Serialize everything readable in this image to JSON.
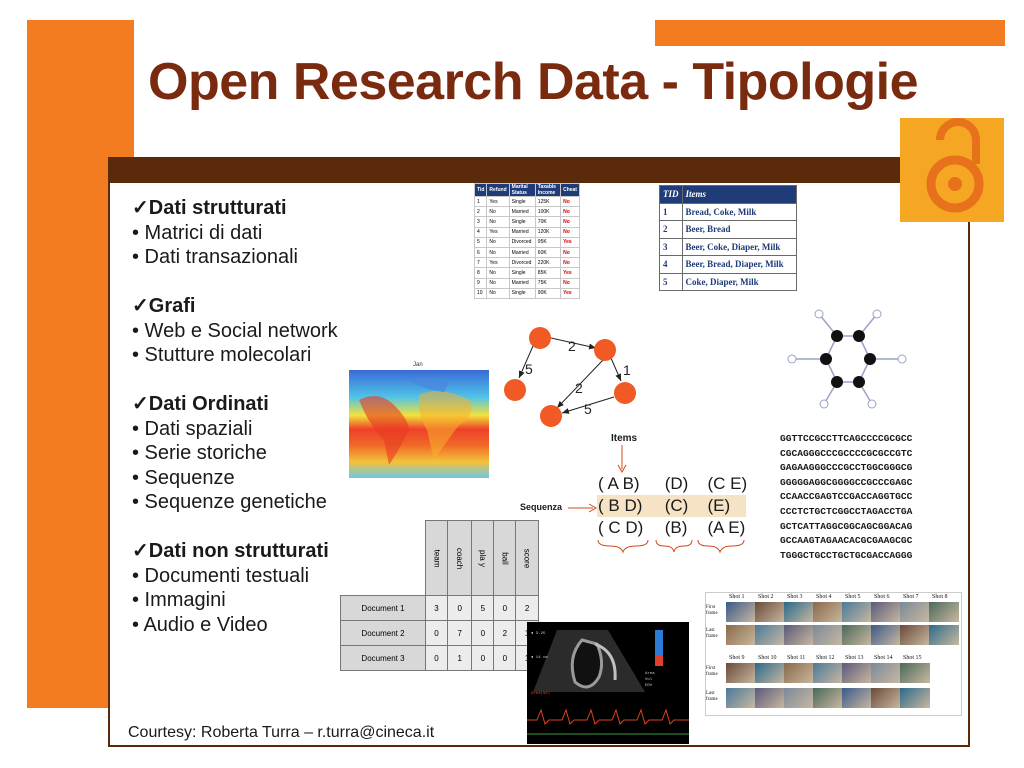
{
  "slide": {
    "title": "Open Research Data - Tipologie",
    "courtesy": "Courtesy: Roberta Turra – r.turra@cineca.it"
  },
  "bullets": [
    {
      "head": "✓Dati strutturati",
      "items": [
        "• Matrici di dati",
        "• Dati transazionali"
      ]
    },
    {
      "head": "✓Grafi",
      "items": [
        "• Web e Social network",
        "• Stutture molecolari"
      ]
    },
    {
      "head": "✓Dati Ordinati",
      "items": [
        "• Dati spaziali",
        "• Serie storiche",
        "• Sequenze",
        "• Sequenze genetiche"
      ]
    },
    {
      "head": "✓Dati non strutturati",
      "items": [
        "• Documenti testuali",
        "• Immagini",
        "• Audio e Video"
      ]
    }
  ],
  "transaction_table": {
    "headers": [
      "Tid",
      "Refund",
      "Marital Status",
      "Taxable Income",
      "Cheat"
    ],
    "rows": [
      [
        "1",
        "Yes",
        "Single",
        "125K",
        "No"
      ],
      [
        "2",
        "No",
        "Married",
        "100K",
        "No"
      ],
      [
        "3",
        "No",
        "Single",
        "70K",
        "No"
      ],
      [
        "4",
        "Yes",
        "Married",
        "120K",
        "No"
      ],
      [
        "5",
        "No",
        "Divorced",
        "95K",
        "Yes"
      ],
      [
        "6",
        "No",
        "Married",
        "60K",
        "No"
      ],
      [
        "7",
        "Yes",
        "Divorced",
        "220K",
        "No"
      ],
      [
        "8",
        "No",
        "Single",
        "85K",
        "Yes"
      ],
      [
        "9",
        "No",
        "Married",
        "75K",
        "No"
      ],
      [
        "10",
        "No",
        "Single",
        "90K",
        "Yes"
      ]
    ]
  },
  "items_table": {
    "headers": [
      "TID",
      "Items"
    ],
    "rows": [
      [
        "1",
        "Bread, Coke, Milk"
      ],
      [
        "2",
        "Beer, Bread"
      ],
      [
        "3",
        "Beer, Coke, Diaper, Milk"
      ],
      [
        "4",
        "Beer, Bread, Diaper, Milk"
      ],
      [
        "5",
        "Coke, Diaper, Milk"
      ]
    ]
  },
  "graph": {
    "edge_labels": [
      "2",
      "5",
      "1",
      "2",
      "5"
    ]
  },
  "map": {
    "label": "Jan"
  },
  "sequence": {
    "items_label": "Items",
    "seq_label": "Sequenza",
    "rows": [
      [
        "( A B)",
        "(D)",
        "(C E)"
      ],
      [
        "( B D)",
        "(C)",
        "(E)"
      ],
      [
        "( C D)",
        "(B)",
        "(A E)"
      ]
    ]
  },
  "dna": [
    "GGTTCCGCCTTCAGCCCCGCGCC",
    "CGCAGGGCCCGCCCCGCGCCGTC",
    "GAGAAGGGCCCGCCTGGCGGGCG",
    "GGGGGAGGCGGGGCCGCCCGAGC",
    "CCAACCGAGTCCGACCAGGTGCC",
    "CCCTCTGCTCGGCCTAGACCTGA",
    "GCTCATTAGGCGGCAGCGGACAG",
    "GCCAAGTAGAACACGCGAAGCGC",
    "TGGGCTGCCTGCTGCGACCAGGG"
  ],
  "doc_table": {
    "columns": [
      "team",
      "coach",
      "pla y",
      "ball",
      "score"
    ],
    "rows": [
      {
        "name": "Document 1",
        "values": [
          "3",
          "0",
          "5",
          "0",
          "2"
        ]
      },
      {
        "name": "Document 2",
        "values": [
          "0",
          "7",
          "0",
          "2",
          "1"
        ]
      },
      {
        "name": "Document 3",
        "values": [
          "0",
          "1",
          "0",
          "0",
          "1"
        ]
      }
    ]
  },
  "shots": {
    "top_labels": [
      "Shot 1",
      "Shot 2",
      "Shot 3",
      "Shot 4",
      "Shot 5",
      "Shot 6",
      "Shot 7",
      "Shot 8"
    ],
    "bottom_labels": [
      "Shot 9",
      "Shot 10",
      "Shot 11",
      "Shot 12",
      "Shot 13",
      "Shot 14",
      "Shot 15"
    ],
    "row_labels": [
      "First frame",
      "Last frame",
      "First frame",
      "Last frame"
    ]
  },
  "colors": {
    "orange": "#f47c20",
    "title": "#7a2b0f",
    "panel_border": "#5a2a0a",
    "node": "#f15a24"
  }
}
